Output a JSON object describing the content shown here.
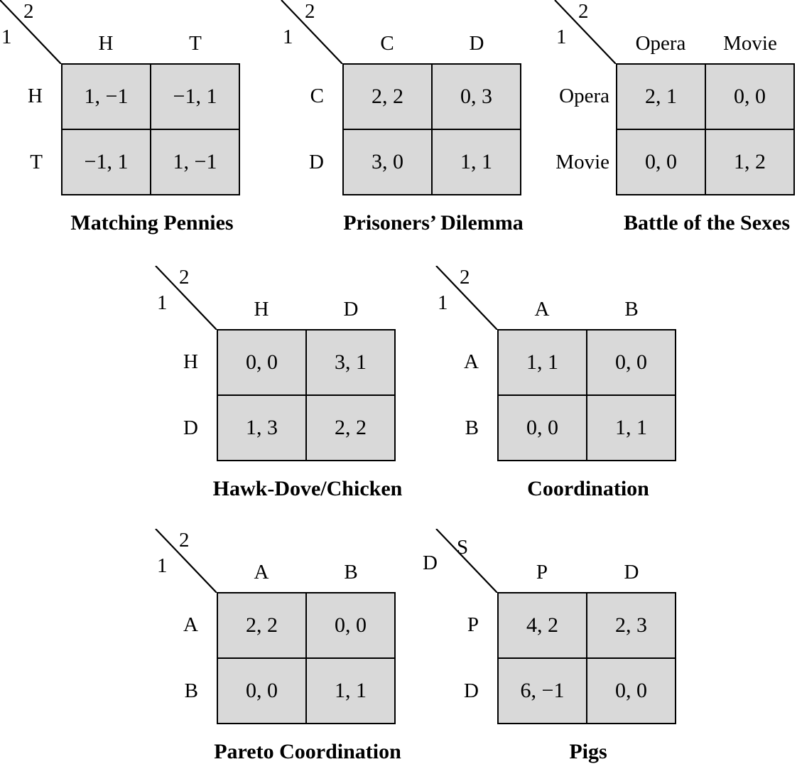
{
  "colors": {
    "background": "#ffffff",
    "cell_fill": "#d9d9d9",
    "line": "#000000",
    "text": "#000000"
  },
  "games": [
    {
      "id": "matching-pennies",
      "caption": "Matching Pennies",
      "row_player": "1",
      "col_player": "2",
      "col_labels": [
        "H",
        "T"
      ],
      "row_labels": [
        "H",
        "T"
      ],
      "cells": [
        "1, −1",
        "−1, 1",
        "−1, 1",
        "1, −1"
      ]
    },
    {
      "id": "prisoners-dilemma",
      "caption": "Prisoners’ Dilemma",
      "row_player": "1",
      "col_player": "2",
      "col_labels": [
        "C",
        "D"
      ],
      "row_labels": [
        "C",
        "D"
      ],
      "cells": [
        "2, 2",
        "0, 3",
        "3, 0",
        "1, 1"
      ]
    },
    {
      "id": "battle-of-the-sexes",
      "caption": "Battle of the Sexes",
      "row_player": "1",
      "col_player": "2",
      "col_labels": [
        "Opera",
        "Movie"
      ],
      "row_labels": [
        "Opera",
        "Movie"
      ],
      "cells": [
        "2, 1",
        "0, 0",
        "0, 0",
        "1, 2"
      ]
    },
    {
      "id": "hawk-dove-chicken",
      "caption": "Hawk-Dove/Chicken",
      "row_player": "1",
      "col_player": "2",
      "col_labels": [
        "H",
        "D"
      ],
      "row_labels": [
        "H",
        "D"
      ],
      "cells": [
        "0, 0",
        "3, 1",
        "1, 3",
        "2, 2"
      ]
    },
    {
      "id": "coordination",
      "caption": "Coordination",
      "row_player": "1",
      "col_player": "2",
      "col_labels": [
        "A",
        "B"
      ],
      "row_labels": [
        "A",
        "B"
      ],
      "cells": [
        "1, 1",
        "0, 0",
        "0, 0",
        "1, 1"
      ]
    },
    {
      "id": "pareto-coordination",
      "caption": "Pareto Coordination",
      "row_player": "1",
      "col_player": "2",
      "col_labels": [
        "A",
        "B"
      ],
      "row_labels": [
        "A",
        "B"
      ],
      "cells": [
        "2, 2",
        "0, 0",
        "0, 0",
        "1, 1"
      ]
    },
    {
      "id": "pigs",
      "caption": "Pigs",
      "row_player": "D",
      "col_player": "S",
      "col_labels": [
        "P",
        "D"
      ],
      "row_labels": [
        "P",
        "D"
      ],
      "cells": [
        "4, 2",
        "2, 3",
        "6, −1",
        "0, 0"
      ]
    }
  ]
}
